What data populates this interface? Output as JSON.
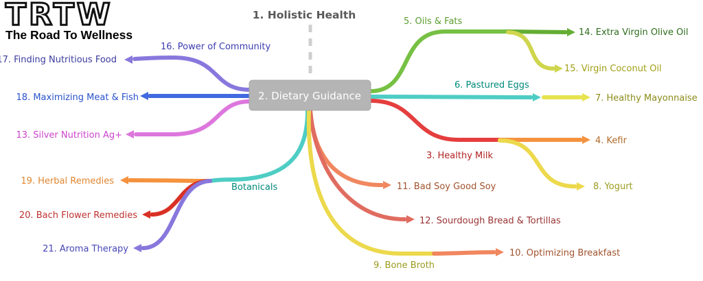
{
  "logo": {
    "title": "TRTW",
    "subtitle": "The Road To Wellness"
  },
  "root": {
    "label": "1.  Holistic Health",
    "color": "#595959"
  },
  "center": {
    "label": "2.  Dietary Guidance",
    "bg": "#b5b5b5",
    "text_color": "#ffffff"
  },
  "nodes": {
    "n16": {
      "label": "16.  Power of Community",
      "color": "#3b3bb0",
      "line": "#8878dd"
    },
    "n17": {
      "label": "17.  Finding Nutritious Food",
      "color": "#3a3a9e",
      "line": "#8878dd"
    },
    "n18": {
      "label": "18.  Maximizing Meat & Fish",
      "color": "#2952cc",
      "line": "#4169e1"
    },
    "n13": {
      "label": "13.  Silver Nutrition Ag+",
      "color": "#cc44cc",
      "line": "#dd77dd"
    },
    "n5": {
      "label": "5.  Oils & Fats",
      "color": "#5a9e2f",
      "line": "#76c043"
    },
    "n14": {
      "label": "14.  Extra Virgin Olive Oil",
      "color": "#2f6d1f",
      "line": "#64ad33"
    },
    "n15": {
      "label": "15.  Virgin Coconut Oil",
      "color": "#a0a018",
      "line": "#cfd64e"
    },
    "n6": {
      "label": "6.  Pastured Eggs",
      "color": "#00897b",
      "line": "#4ecdc4"
    },
    "n7": {
      "label": "7.  Healthy Mayonnaise",
      "color": "#8b8b1a",
      "line": "#e6e34e"
    },
    "n3": {
      "label": "3.  Healthy Milk",
      "color": "#b22222",
      "line": "#e53e3e"
    },
    "n4": {
      "label": "4.  Kefir",
      "color": "#b06a28",
      "line": "#f5923e"
    },
    "n8": {
      "label": "8.  Yogurt",
      "color": "#9b9b1f",
      "line": "#ecd94c"
    },
    "botanicals": {
      "label": "Botanicals",
      "color": "#00897b",
      "line": "#4ecdc4"
    },
    "n19": {
      "label": "19.  Herbal Remedies",
      "color": "#e0862f",
      "line": "#f5923e"
    },
    "n20": {
      "label": "20.  Bach Flower Remedies",
      "color": "#c03030",
      "line": "#d93025"
    },
    "n21": {
      "label": "21.  Aroma Therapy",
      "color": "#4646b8",
      "line": "#8878dd"
    },
    "n11": {
      "label": "11.  Bad Soy Good Soy",
      "color": "#a0522d",
      "line": "#f0875f"
    },
    "n12": {
      "label": "12.  Sourdough Bread & Tortillas",
      "color": "#993333",
      "line": "#e06c60"
    },
    "n9": {
      "label": "9.  Bone Broth",
      "color": "#9b9b1f",
      "line": "#ecd94c"
    },
    "n10": {
      "label": "10.  Optimizing Breakfast",
      "color": "#a0522d",
      "line": "#f0875f"
    }
  }
}
